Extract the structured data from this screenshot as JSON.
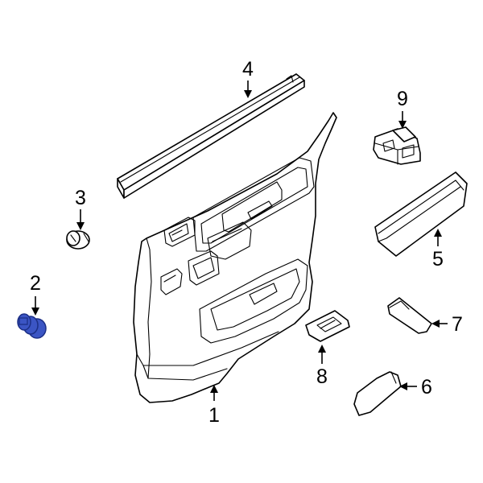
{
  "callouts": {
    "c1": "1",
    "c2": "2",
    "c3": "3",
    "c4": "4",
    "c5": "5",
    "c6": "6",
    "c7": "7",
    "c8": "8",
    "c9": "9"
  },
  "colors": {
    "highlight_part": "#3b55c4",
    "highlight_dark": "#1c2f86",
    "line": "#000000",
    "background": "#ffffff"
  }
}
